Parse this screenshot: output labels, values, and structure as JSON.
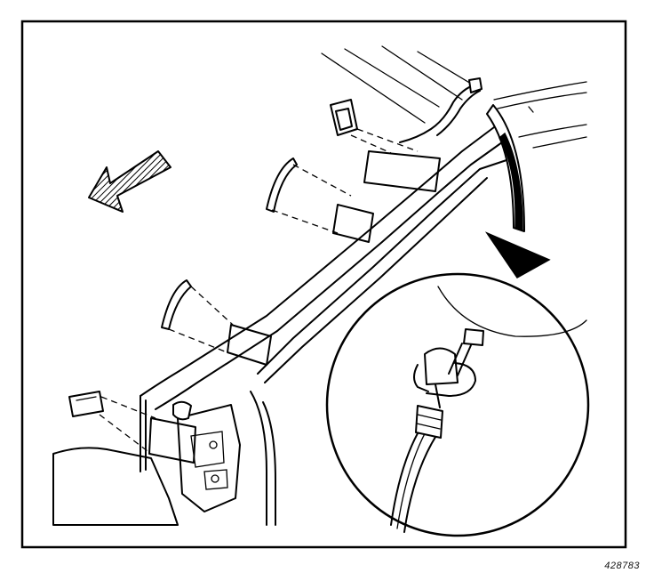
{
  "figure": {
    "reference_number": "428783",
    "colors": {
      "line": "#000000",
      "background": "#ffffff"
    },
    "parts": [
      "border-frame",
      "roof-rail-trim-panel",
      "retainer-clip",
      "windshield-pillar",
      "wiring-harness",
      "removal-direction-arrow",
      "detail-pointer-arrow",
      "detail-circle-connector"
    ]
  }
}
